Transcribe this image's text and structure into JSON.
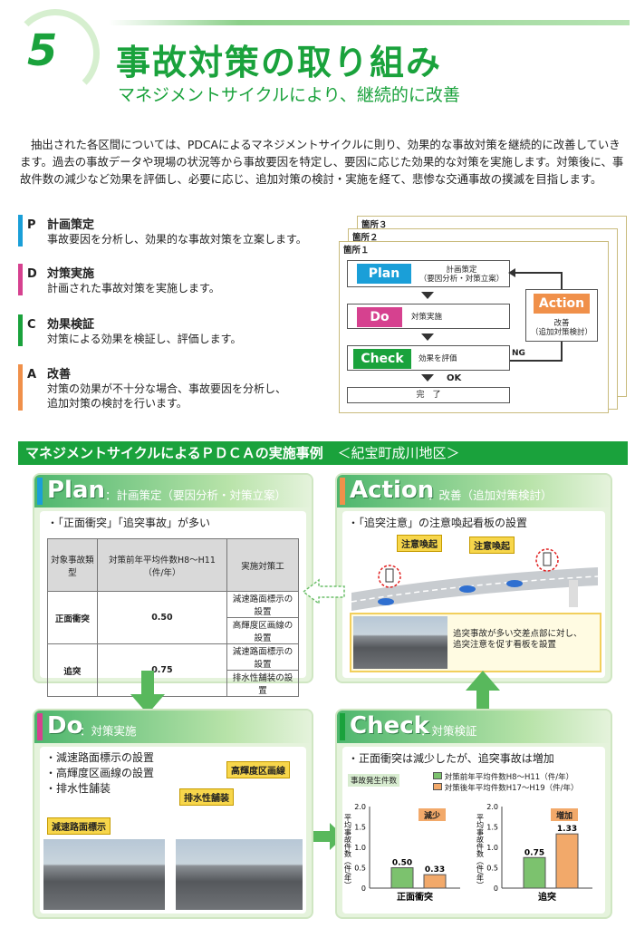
{
  "header": {
    "number": "5",
    "title": "事故対策の取り組み",
    "subtitle": "マネジメントサイクルにより、継続的に改善"
  },
  "intro": "抽出された各区間については、PDCAによるマネジメントサイクルに則り、効果的な事故対策を継続的に改善していきます。過去の事故データや現場の状況等から事故要因を特定し、要因に応じた効果的な対策を実施します。対策後に、事故件数の減少など効果を評価し、必要に応じ、追加対策の検討・実施を経て、悲惨な交通事故の撲滅を目指します。",
  "pdca": [
    {
      "letter": "P",
      "title": "計画策定",
      "desc": "事故要因を分析し、効果的な事故対策を立案します。",
      "color": "#1a9fd8"
    },
    {
      "letter": "D",
      "title": "対策実施",
      "desc": "計画された事故対策を実施します。",
      "color": "#d6418f"
    },
    {
      "letter": "C",
      "title": "効果検証",
      "desc": "対策による効果を検証し、評価します。",
      "color": "#1aa23c"
    },
    {
      "letter": "A",
      "title": "改善",
      "desc1": "対策の効果が不十分な場合、事故要因を分析し、",
      "desc2": "追加対策の検討を行います。",
      "color": "#f0904a"
    }
  ],
  "flow": {
    "sheets": [
      "箇所３",
      "箇所２",
      "箇所１"
    ],
    "plan": "Plan",
    "plan_t1": "計画策定",
    "plan_t2": "（要因分析・対策立案）",
    "do": "Do",
    "do_t": "対策実施",
    "check": "Check",
    "check_t": "効果を評価",
    "action": "Action",
    "action_t1": "改善",
    "action_t2": "（追加対策検討）",
    "ng": "NG",
    "ok": "OK",
    "done": "完　了"
  },
  "banner": {
    "text": "マネジメントサイクルによるＰＤＣＡの実施事例",
    "loc": "＜紀宝町成川地区＞"
  },
  "plan_panel": {
    "big": "Plan",
    "label": "：計画策定（要因分析・対策立案）",
    "bullet": "・「正面衝突」「追突事故」が多い",
    "table": {
      "h1": "対象事故類型",
      "h2": "対策前年平均件数H8～H11（件/年）",
      "h3": "実施対策工",
      "rows": [
        {
          "type": "正面衝突",
          "count": "0.50",
          "m1": "減速路面標示の設置",
          "m2": "高輝度区画線の設置"
        },
        {
          "type": "追突",
          "count": "0.75",
          "m1": "減速路面標示の設置",
          "m2": "排水性舗装の設置"
        }
      ]
    }
  },
  "action_panel": {
    "big": "Action",
    "label": "：改善（追加対策検討）",
    "bullet": "・「追突注意」の注意喚起看板の設置",
    "tag1": "注意喚起",
    "tag2": "注意喚起",
    "caption1": "追突事故が多い交差点部に対し、",
    "caption2": "追突注意を促す看板を設置"
  },
  "do_panel": {
    "big": "Do",
    "label": "：対策実施",
    "b1": "・減速路面標示の設置",
    "b2": "・高輝度区画線の設置",
    "b3": "・排水性舗装",
    "tag1": "減速路面標示",
    "tag2": "高輝度区画線",
    "tag3": "排水性舗装"
  },
  "check_panel": {
    "big": "Check",
    "label": "：対策検証",
    "bullet": "・正面衝突は減少したが、追突事故は増加",
    "badge": "事故発生件数",
    "legend1": "対策前年平均件数H8～H11（件/年）",
    "legend2": "対策後年平均件数H17～H19（件/年）",
    "ylabel": "平均事故件数（件/年）",
    "note1": "減少",
    "note2": "増加"
  },
  "chart_data": [
    {
      "type": "bar",
      "categories": [
        "正面衝突"
      ],
      "series": [
        {
          "name": "対策前年平均件数H8～H11（件/年）",
          "values": [
            0.5
          ]
        },
        {
          "name": "対策後年平均件数H17～H19（件/年）",
          "values": [
            0.33
          ]
        }
      ],
      "ylabel": "平均事故件数（件/年）",
      "ylim": [
        0,
        2.0
      ],
      "yticks": [
        "2.0",
        "1.5",
        "1.0",
        "0.5",
        "0"
      ],
      "labels": [
        "0.50",
        "0.33"
      ],
      "colors": [
        "#7cc26e",
        "#f2a96a"
      ]
    },
    {
      "type": "bar",
      "categories": [
        "追突"
      ],
      "series": [
        {
          "name": "対策前年平均件数H8～H11（件/年）",
          "values": [
            0.75
          ]
        },
        {
          "name": "対策後年平均件数H17～H19（件/年）",
          "values": [
            1.33
          ]
        }
      ],
      "ylabel": "平均事故件数（件/年）",
      "ylim": [
        0,
        2.0
      ],
      "yticks": [
        "2.0",
        "1.5",
        "1.0",
        "0.5",
        "0"
      ],
      "labels": [
        "0.75",
        "1.33"
      ],
      "colors": [
        "#7cc26e",
        "#f2a96a"
      ]
    }
  ]
}
